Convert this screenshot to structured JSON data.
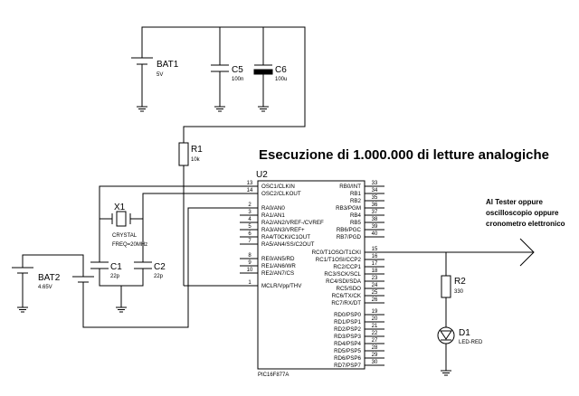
{
  "title": "Esecuzione di 1.000.000 di letture analogiche",
  "note_lines": [
    "Al Tester oppure",
    "oscilloscopio oppure",
    "cronometro elettronico"
  ],
  "components": {
    "bat1": {
      "ref": "BAT1",
      "value": "5V"
    },
    "c5": {
      "ref": "C5",
      "value": "100n"
    },
    "c6": {
      "ref": "C6",
      "value": "100u"
    },
    "r1": {
      "ref": "R1",
      "value": "10k"
    },
    "x1": {
      "ref": "X1",
      "value1": "CRYSTAL",
      "value2": "FREQ=20MHz"
    },
    "c1": {
      "ref": "C1",
      "value": "22p"
    },
    "c2": {
      "ref": "C2",
      "value": "22p"
    },
    "bat2": {
      "ref": "BAT2",
      "value": "4.65V"
    },
    "r2": {
      "ref": "R2",
      "value": "330"
    },
    "d1": {
      "ref": "D1",
      "value": "LED-RED"
    },
    "u2": {
      "ref": "U2",
      "part": "PIC16F877A"
    }
  },
  "left_pins": [
    {
      "num": "13",
      "name": "OSC1/CLKIN"
    },
    {
      "num": "14",
      "name": "OSC2/CLKOUT"
    },
    {
      "num": "2",
      "name": "RA0/AN0"
    },
    {
      "num": "3",
      "name": "RA1/AN1"
    },
    {
      "num": "4",
      "name": "RA2/AN2/VREF-/CVREF"
    },
    {
      "num": "5",
      "name": "RA3/AN3/VREF+"
    },
    {
      "num": "6",
      "name": "RA4/T0CKI/C1OUT"
    },
    {
      "num": "7",
      "name": "RA5/AN4/SS/C2OUT"
    },
    {
      "num": "8",
      "name": "RE0/AN5/RD"
    },
    {
      "num": "9",
      "name": "RE1/AN6/WR"
    },
    {
      "num": "10",
      "name": "RE2/AN7/CS"
    },
    {
      "num": "1",
      "name": "MCLR/Vpp/THV"
    }
  ],
  "right_pins": [
    {
      "num": "33",
      "name": "RB0/INT"
    },
    {
      "num": "34",
      "name": "RB1"
    },
    {
      "num": "35",
      "name": "RB2"
    },
    {
      "num": "36",
      "name": "RB3/PGM"
    },
    {
      "num": "37",
      "name": "RB4"
    },
    {
      "num": "38",
      "name": "RB5"
    },
    {
      "num": "39",
      "name": "RB6/PGC"
    },
    {
      "num": "40",
      "name": "RB7/PGD"
    },
    {
      "num": "15",
      "name": "RC0/T1OSO/T1CKI"
    },
    {
      "num": "16",
      "name": "RC1/T1OSI/CCP2"
    },
    {
      "num": "17",
      "name": "RC2/CCP1"
    },
    {
      "num": "18",
      "name": "RC3/SCK/SCL"
    },
    {
      "num": "23",
      "name": "RC4/SDI/SDA"
    },
    {
      "num": "24",
      "name": "RC5/SDO"
    },
    {
      "num": "25",
      "name": "RC6/TX/CK"
    },
    {
      "num": "26",
      "name": "RC7/RX/DT"
    },
    {
      "num": "19",
      "name": "RD0/PSP0"
    },
    {
      "num": "20",
      "name": "RD1/PSP1"
    },
    {
      "num": "21",
      "name": "RD2/PSP2"
    },
    {
      "num": "22",
      "name": "RD3/PSP3"
    },
    {
      "num": "27",
      "name": "RD4/PSP4"
    },
    {
      "num": "28",
      "name": "RD5/PSP5"
    },
    {
      "num": "29",
      "name": "RD6/PSP6"
    },
    {
      "num": "30",
      "name": "RD7/PSP7"
    }
  ]
}
